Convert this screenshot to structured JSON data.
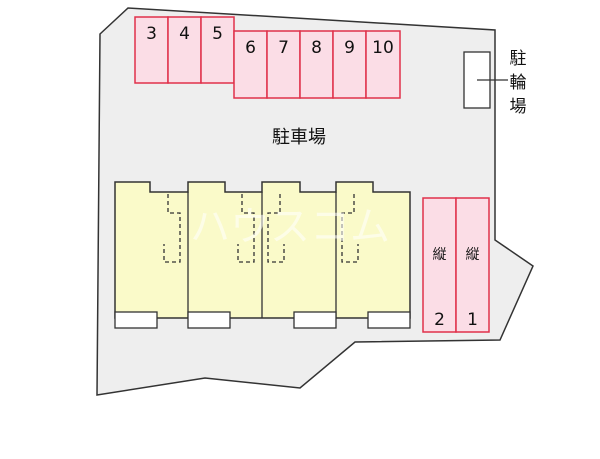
{
  "lot": {
    "label": "駐車場",
    "colors": {
      "ground": "#eeeeee",
      "outline": "#333333",
      "slot_fill": "#fbdde6",
      "slot_stroke": "#e0304a",
      "building": "#fafac9"
    }
  },
  "slots_top": [
    {
      "id": "slot-3",
      "label": "3"
    },
    {
      "id": "slot-4",
      "label": "4"
    },
    {
      "id": "slot-5",
      "label": "5"
    },
    {
      "id": "slot-6",
      "label": "6"
    },
    {
      "id": "slot-7",
      "label": "7"
    },
    {
      "id": "slot-8",
      "label": "8"
    },
    {
      "id": "slot-9",
      "label": "9"
    },
    {
      "id": "slot-10",
      "label": "10"
    }
  ],
  "slots_vertical": [
    {
      "id": "slot-v2",
      "top": "縦",
      "num": "2"
    },
    {
      "id": "slot-v1",
      "top": "縦",
      "num": "1"
    }
  ],
  "bike_parking": {
    "chars": [
      "駐",
      "輪",
      "場"
    ]
  },
  "watermark": "ハウスコム"
}
